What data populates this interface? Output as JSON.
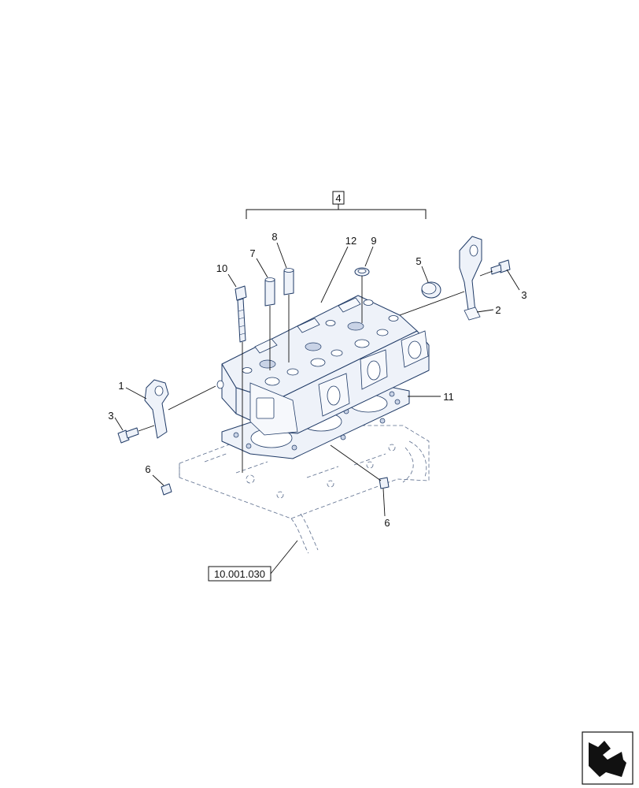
{
  "callouts": {
    "c1": "1",
    "c2": "2",
    "c3a": "3",
    "c3b": "3",
    "c4": "4",
    "c5": "5",
    "c6a": "6",
    "c6b": "6",
    "c7": "7",
    "c8": "8",
    "c9": "9",
    "c10": "10",
    "c11": "11",
    "c12": "12"
  },
  "reference": {
    "label": "10.001.030"
  },
  "icons": {
    "nav": "next-page-arrow-icon"
  },
  "colors": {
    "part_stroke": "#1f3a66",
    "part_fill": "#eef2f9",
    "leader": "#111111"
  }
}
